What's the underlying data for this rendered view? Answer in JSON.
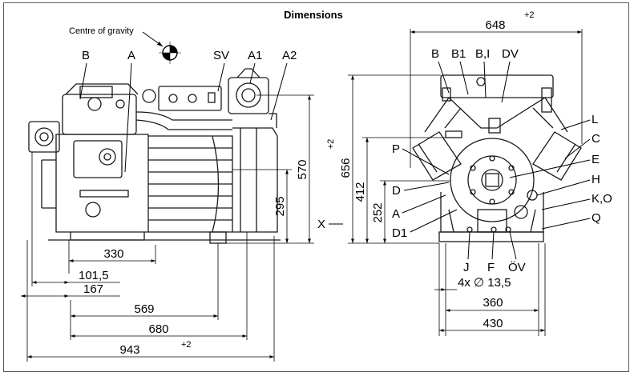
{
  "title": "Dimensions",
  "centre_of_gravity": "Centre of gravity",
  "side_view": {
    "labels": {
      "b": "B",
      "a": "A",
      "sv": "SV",
      "a1": "A1",
      "a2": "A2",
      "x": "X"
    },
    "dims": {
      "h570": "570",
      "h295": "295",
      "w330": "330",
      "w101": "101,5",
      "w167": "167",
      "w569": "569",
      "w680": "680",
      "w943": "943",
      "tol": "+2"
    }
  },
  "front_view": {
    "labels": {
      "b": "B",
      "b1": "B1",
      "bi": "B,I",
      "dv": "DV",
      "l": "L",
      "c": "C",
      "e": "E",
      "h": "H",
      "ko": "K,O",
      "q": "Q",
      "p": "P",
      "d": "D",
      "a": "A",
      "d1": "D1",
      "j": "J",
      "f": "F",
      "ov": "ÖV"
    },
    "dims": {
      "w648": "648",
      "h656": "656",
      "h412": "412",
      "h252": "252",
      "holes": "4x ∅ 13,5",
      "w360": "360",
      "w430": "430",
      "tol": "+2"
    }
  }
}
